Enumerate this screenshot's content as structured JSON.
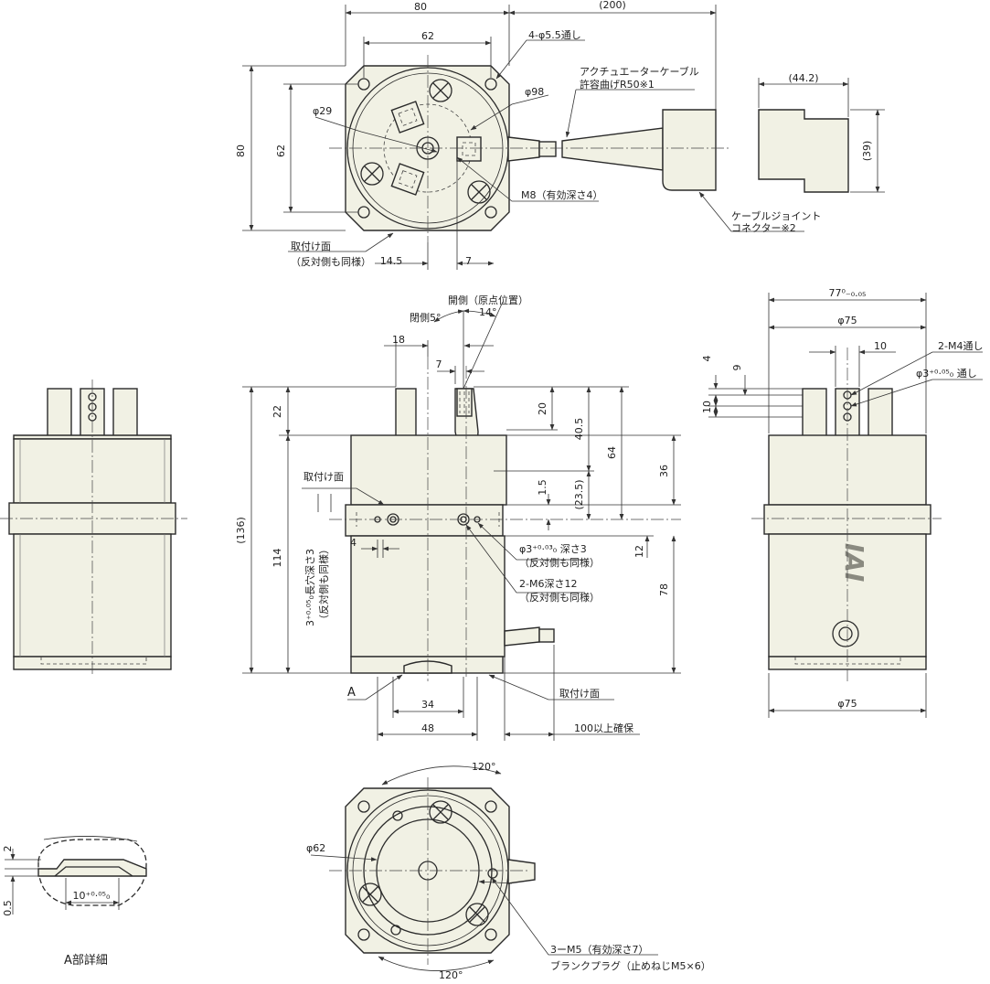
{
  "top_view": {
    "dims": {
      "d80w": "80",
      "d200": "(200)",
      "d62w": "62",
      "d80h": "80",
      "d62h": "62",
      "d145": "14.5",
      "d7": "7",
      "d442": "(44.2)",
      "d39": "(39)"
    },
    "labels": {
      "holes": "4-φ5.5通し",
      "cable1": "アクチュエーターケーブル",
      "cable2": "許容曲げR50※1",
      "phi98": "φ98",
      "phi29": "φ29",
      "m8": "M8（有効深さ4）",
      "joint1": "ケーブルジョイント",
      "joint2": "コネクター※2",
      "mount1": "取付け面",
      "mount2": "（反対側も同様）"
    }
  },
  "front_view": {
    "dims": {
      "d18": "18",
      "d7": "7",
      "d22": "22",
      "d20": "20",
      "d405": "40.5",
      "d64": "64",
      "d36": "36",
      "d15": "1.5",
      "d235": "(23.5)",
      "d136": "(136)",
      "d114": "114",
      "d4": "4",
      "d12": "12",
      "d78": "78",
      "d34": "34",
      "d48": "48"
    },
    "labels": {
      "open_side": "開側（原点位置）",
      "closed5": "閉側5°",
      "deg14": "14°",
      "mount": "取付け面",
      "pin1": "φ3⁺⁰·⁰³₀ 深さ3",
      "pin2": "（反対側も同様）",
      "m6_1": "2-M6深さ12",
      "m6_2": "（反対側も同様）",
      "slot1": "3⁺⁰·⁰⁵₀長穴深さ3",
      "slot2": "（反対側も同様）",
      "mount2": "取付け面",
      "clear": "100以上確保",
      "a": "A"
    }
  },
  "side_view": {
    "dims": {
      "d77": "77⁰₋₀.₀₅",
      "d75top": "φ75",
      "d10": "10",
      "d4": "4",
      "d9": "9",
      "d10v": "10",
      "d75bot": "φ75"
    },
    "labels": {
      "m4": "2-M4通し",
      "pin": "φ3⁺⁰·⁰⁵₀ 通し",
      "logo": "IAI"
    }
  },
  "bottom_view": {
    "dims": {
      "a120top": "120°",
      "phi62": "φ62",
      "a120bot": "120°"
    },
    "labels": {
      "m5": "3ーM5（有効深さ7）",
      "plug": "ブランクプラグ（止めねじM5×6）"
    }
  },
  "detail_a": {
    "dims": {
      "d2": "2",
      "d05": "0.5",
      "d10": "10⁺⁰·⁰⁵₀"
    },
    "title": "A部詳細"
  }
}
